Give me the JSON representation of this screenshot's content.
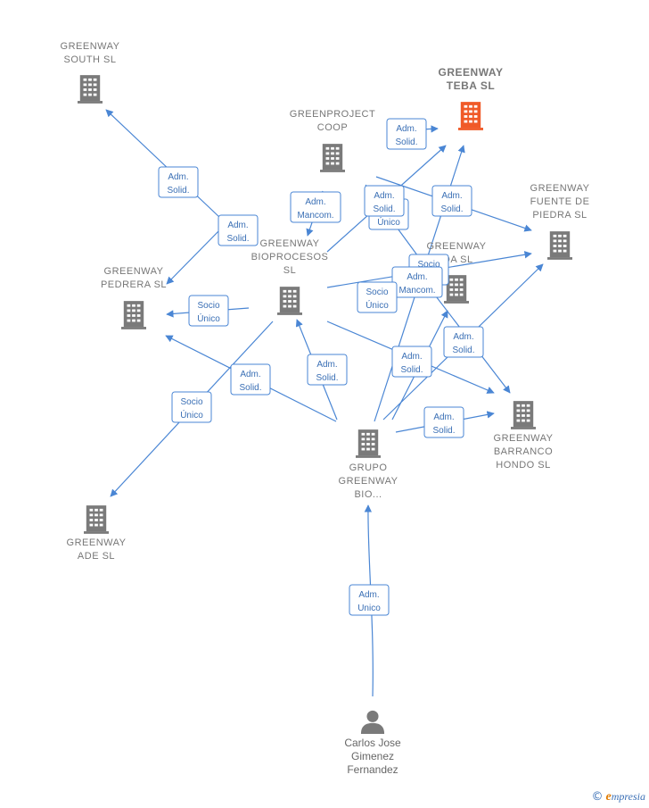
{
  "colors": {
    "building": "#7a7a7a",
    "building_highlight": "#f05a28",
    "edge": "#4a86d4",
    "badge_text": "#3a6fb5",
    "person": "#7a7a7a"
  },
  "nodes": [
    {
      "id": "south",
      "kind": "company",
      "lines": [
        "GREENWAY",
        "SOUTH  SL"
      ],
      "icon": "building-icon"
    },
    {
      "id": "teba",
      "kind": "company",
      "lines": [
        "GREENWAY",
        "TEBA  SL"
      ],
      "icon": "building-icon",
      "highlight": true
    },
    {
      "id": "coop",
      "kind": "company",
      "lines": [
        "GREENPROJECT",
        "COOP"
      ],
      "icon": "building-icon"
    },
    {
      "id": "fuente",
      "kind": "company",
      "lines": [
        "GREENWAY",
        "FUENTE DE",
        "PIEDRA  SL"
      ],
      "icon": "building-icon"
    },
    {
      "id": "bioprocesos",
      "kind": "company",
      "lines": [
        "GREENWAY",
        "BIOPROCESOS",
        "SL"
      ],
      "icon": "building-icon"
    },
    {
      "id": "ida",
      "kind": "company",
      "lines": [
        "GREENWAY",
        "IDA  SL"
      ],
      "icon": "building-icon"
    },
    {
      "id": "pedrera",
      "kind": "company",
      "lines": [
        "GREENWAY",
        "PEDRERA  SL"
      ],
      "icon": "building-icon"
    },
    {
      "id": "barranco",
      "kind": "company",
      "lines": [
        "GREENWAY",
        "BARRANCO",
        "HONDO  SL"
      ],
      "icon": "building-icon"
    },
    {
      "id": "grupo",
      "kind": "company",
      "lines": [
        "GRUPO",
        "GREENWAY",
        "BIO..."
      ],
      "icon": "building-icon"
    },
    {
      "id": "ade",
      "kind": "company",
      "lines": [
        "GREENWAY",
        "ADE  SL"
      ],
      "icon": "building-icon"
    },
    {
      "id": "carlos",
      "kind": "person",
      "lines": [
        "Carlos Jose",
        "Gimenez",
        "Fernandez"
      ],
      "icon": "person-icon"
    }
  ],
  "badges": [
    {
      "id": "b1",
      "lines": [
        "Adm.",
        "Solid."
      ]
    },
    {
      "id": "b2",
      "lines": [
        "Adm.",
        "Solid."
      ]
    },
    {
      "id": "b3",
      "lines": [
        "Adm.",
        "Solid."
      ]
    },
    {
      "id": "b4",
      "lines": [
        "Adm.",
        "Mancom."
      ]
    },
    {
      "id": "b5",
      "lines": [
        "Socio",
        "Único"
      ]
    },
    {
      "id": "b6",
      "lines": [
        "Adm.",
        "Solid."
      ]
    },
    {
      "id": "b7",
      "lines": [
        "Adm.",
        "Solid."
      ]
    },
    {
      "id": "b8",
      "lines": [
        "Socio",
        "Único"
      ]
    },
    {
      "id": "b9",
      "lines": [
        "Socio",
        "Único"
      ]
    },
    {
      "id": "b10",
      "lines": [
        "Adm.",
        "Solid."
      ]
    },
    {
      "id": "b11",
      "lines": [
        "Socio",
        "Único"
      ]
    },
    {
      "id": "b12",
      "lines": [
        "Adm.",
        "Solid."
      ]
    },
    {
      "id": "b13",
      "lines": [
        "Adm.",
        "Mancom."
      ]
    },
    {
      "id": "b14",
      "lines": [
        "Adm.",
        "Solid."
      ]
    },
    {
      "id": "b15",
      "lines": [
        "Socio",
        "Único"
      ]
    },
    {
      "id": "b16",
      "lines": [
        "Adm.",
        "Solid."
      ]
    },
    {
      "id": "b17",
      "lines": [
        "Adm.",
        "Solid."
      ]
    },
    {
      "id": "b18",
      "lines": [
        "Adm.",
        "Unico"
      ]
    }
  ],
  "brand": {
    "copyright": "©",
    "name_initial": "e",
    "name_rest": "mpresia"
  }
}
